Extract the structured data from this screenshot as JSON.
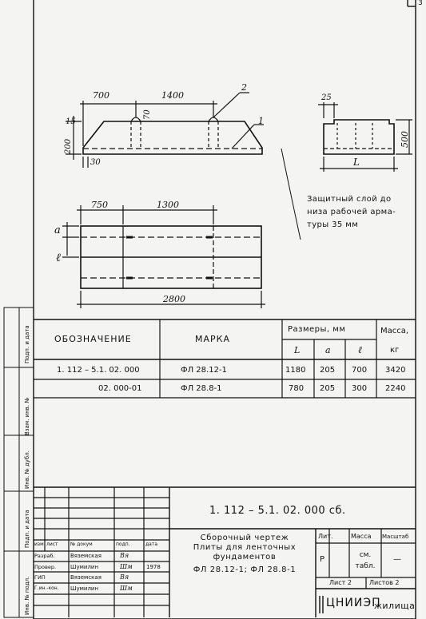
{
  "page_number": "3",
  "drawing": {
    "side": {
      "dim_700": "700",
      "dim_1400": "1400",
      "dim_15": "15",
      "dim_70": "70",
      "dim_200": "200",
      "dim_30": "30",
      "callout_1": "1",
      "callout_2": "2"
    },
    "section": {
      "dim_25": "25",
      "dim_500": "500",
      "dim_L": "L"
    },
    "plan": {
      "dim_750": "750",
      "dim_1300": "1300",
      "dim_a": "a",
      "dim_l": "ℓ",
      "dim_2800": "2800"
    },
    "note": [
      "Защитный слой до",
      "низа рабочей арма-",
      "туры 35 мм"
    ]
  },
  "table": {
    "headers": {
      "designation": "Обозначение",
      "mark": "Марка",
      "sizes": "Размеры, мм",
      "L": "L",
      "a": "a",
      "l": "ℓ",
      "mass": "Масса,",
      "mass_unit": "кг"
    },
    "rows": [
      {
        "designation": "1. 112 – 5.1. 02. 000",
        "mark": "ФЛ 28.12-1",
        "L": "1180",
        "a": "205",
        "l": "700",
        "mass": "3420"
      },
      {
        "designation": "02. 000-01",
        "mark": "ФЛ 28.8-1",
        "L": "780",
        "a": "205",
        "l": "300",
        "mass": "2240"
      }
    ]
  },
  "title_block": {
    "code": "1. 112 – 5.1. 02. 000 сб.",
    "title_lines": [
      "Сборочный чертеж",
      "Плиты для ленточных",
      "фундаментов",
      "ФЛ 28.12-1;  ФЛ 28.8-1"
    ],
    "header_cols": [
      "изм",
      "лист",
      "№ докум",
      "подп.",
      "дата"
    ],
    "people": [
      {
        "role": "Разраб.",
        "name": "Вяземская",
        "sign": "Вя",
        "date": ""
      },
      {
        "role": "Провер.",
        "name": "Шумилин",
        "sign": "Шм",
        "date": "1978"
      },
      {
        "role": "ГИП",
        "name": "Вяземская",
        "sign": "Вя",
        "date": ""
      },
      {
        "role": "Г.ин.-кон.",
        "name": "Шумилин",
        "sign": "Шм",
        "date": ""
      }
    ],
    "lit": "Лит.",
    "mass_label": "Масса",
    "scale_label": "Масштаб",
    "lit_value": "Р",
    "mass_value": "см. табл.",
    "scale_value": "—",
    "sheet": "Лист 2",
    "sheets": "Листов 2",
    "org_logo": "ЦНИИЭП",
    "org_text": "жилища"
  },
  "side_stamps": [
    "Взам. инв. №",
    "Инв. № дубл.",
    "Подп. и дата",
    "Инв. № подл.",
    "Подп. и дата"
  ]
}
